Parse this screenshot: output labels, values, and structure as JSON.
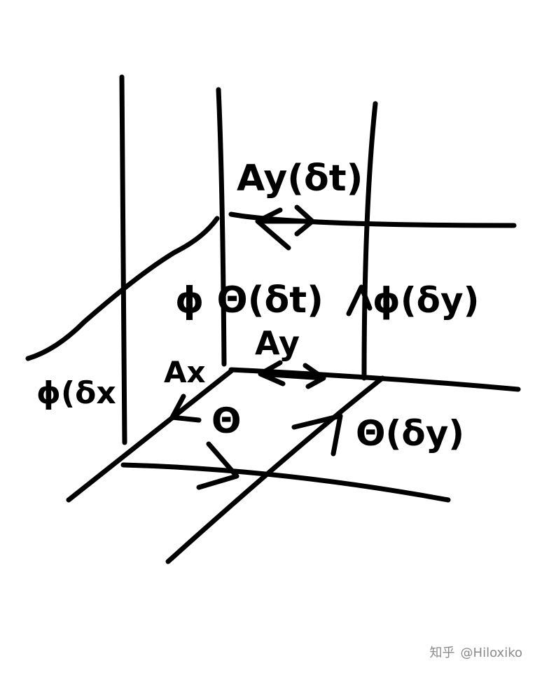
{
  "labels": {
    "ay_dt": "Ay(δt)",
    "phi_theta_dt": "ϕ Θ(δt)",
    "phi_dy": "ϕ(δy)",
    "phi_dx": "ϕ(δx",
    "ay": "Ay",
    "ax": "Ax",
    "theta": "Θ",
    "theta_dy": "Θ(δy)"
  },
  "watermark": {
    "site": "知乎",
    "handle": "@Hiloxiko"
  }
}
